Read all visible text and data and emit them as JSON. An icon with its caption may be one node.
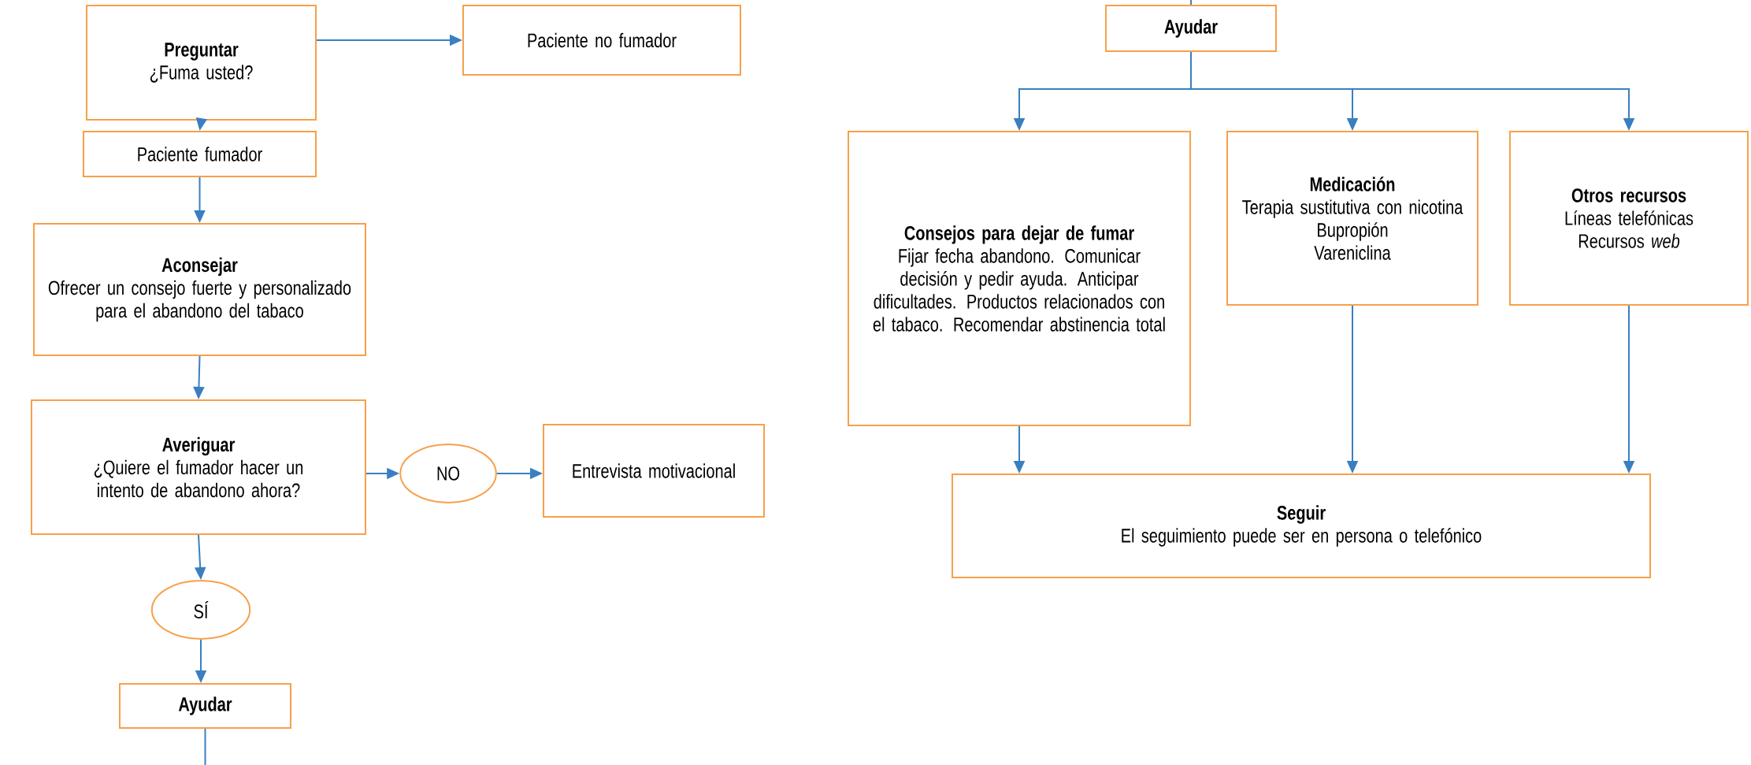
{
  "diagram": {
    "nodes": [
      {
        "text": [
          "Preguntar",
          "¿Fuma usted?"
        ]
      },
      {
        "text": [
          "Paciente no fumador"
        ]
      },
      {
        "text": [
          "Paciente fumador"
        ]
      },
      {
        "text": [
          "Aconsejar",
          "Ofrecer un consejo fuerte y personalizado para el abandono del tabaco"
        ]
      },
      {
        "text": [
          "Averiguar",
          "¿Quiere el fumador hacer un intento de abandono ahora?"
        ]
      },
      {
        "text": [
          "NO"
        ]
      },
      {
        "text": [
          "Entrevista motivacional"
        ]
      },
      {
        "text": [
          "SÍ"
        ]
      },
      {
        "text": [
          "Ayudar"
        ]
      },
      {
        "text": [
          "Ayudar"
        ]
      },
      {
        "text": [
          "Consejos para dejar de fumar",
          "Fijar fecha abandono. Comunicar decisión y pedir ayuda. Anticipar dificultades. Productos relacionados con el tabaco. Recomendar abstinencia total"
        ]
      },
      {
        "text": [
          "Medicación",
          "Terapia sustitutiva con nicotina",
          "Bupropión",
          "Vareniclina"
        ]
      },
      {
        "text": [
          "Otros recursos",
          "Líneas telefónicas",
          "Recursos *web*"
        ]
      },
      {
        "text": [
          "Seguir",
          "El seguimiento puede ser en persona o telefónico"
        ]
      }
    ],
    "edges": [
      {
        "from": 0,
        "to": 1,
        "arrow": "to"
      },
      {
        "from": 0,
        "to": 2,
        "arrow": "to"
      },
      {
        "from": 2,
        "to": 3,
        "arrow": "to"
      },
      {
        "from": 3,
        "to": 4,
        "arrow": "to"
      },
      {
        "from": 4,
        "to": 5,
        "arrow": "to"
      },
      {
        "from": 5,
        "to": 6,
        "arrow": "to"
      },
      {
        "from": 4,
        "to": 7,
        "arrow": "to"
      },
      {
        "from": 7,
        "to": 8,
        "arrow": "to"
      },
      {
        "from": 8,
        "to": null,
        "arrow": "none"
      },
      {
        "from": null,
        "to": 9,
        "arrow": "none"
      },
      {
        "from": 9,
        "to": 10,
        "arrow": "to"
      },
      {
        "from": 9,
        "to": 11,
        "arrow": "to"
      },
      {
        "from": 9,
        "to": 12,
        "arrow": "to"
      },
      {
        "from": 10,
        "to": 13,
        "arrow": "to"
      },
      {
        "from": 11,
        "to": 13,
        "arrow": "to"
      },
      {
        "from": 12,
        "to": 13,
        "arrow": "to"
      }
    ]
  }
}
